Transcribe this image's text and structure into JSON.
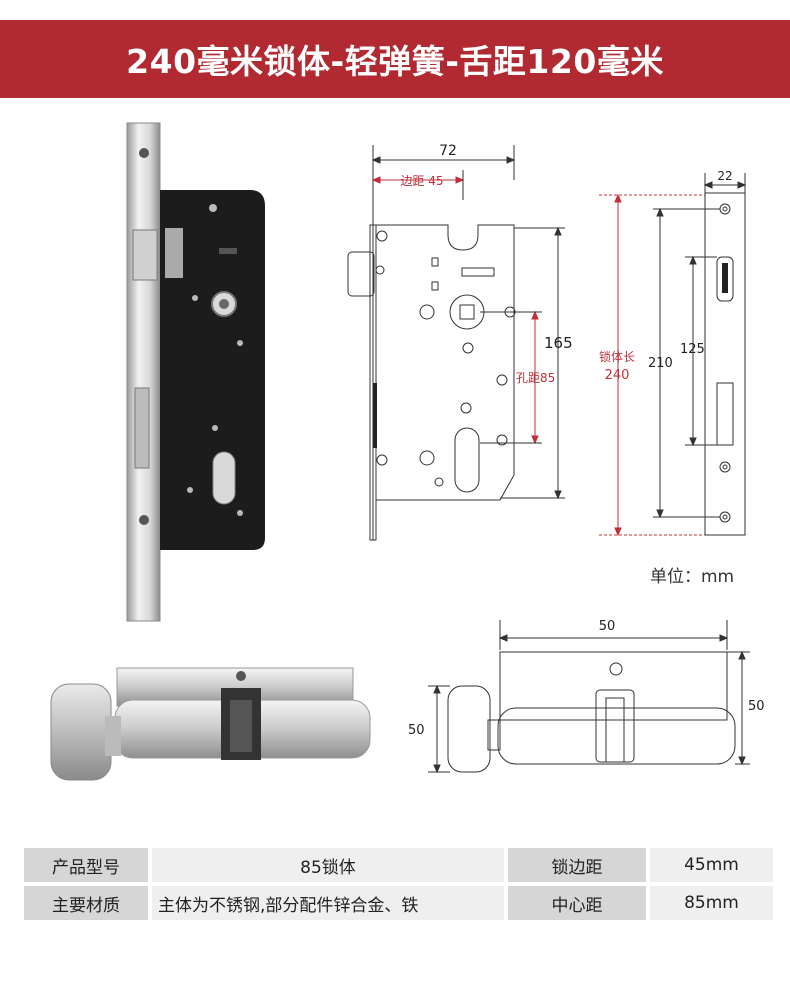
{
  "header": {
    "title": "240毫米锁体-轻弹簧-舌距120毫米",
    "background": "#b12a32"
  },
  "diagram_body": {
    "width_label": "72",
    "backset_label": "边距 45",
    "height_label": "165",
    "hole_distance_label": "孔距85"
  },
  "diagram_side": {
    "thickness_label": "22",
    "body_length_label_1": "锁体长",
    "body_length_label_2": "240",
    "dim_210": "210",
    "dim_125": "125"
  },
  "unit_label": "单位：mm",
  "diagram_cylinder": {
    "length_label": "50",
    "height_left_label": "50",
    "height_right_label": "50"
  },
  "colors": {
    "accent_red": "#b12a32",
    "dimension_red": "#c0303a",
    "lock_black": "#1c1c1c",
    "steel": "#cfcfcf"
  },
  "spec_table": {
    "rows": [
      {
        "label1": "产品型号",
        "value1": "85锁体",
        "label2": "锁边距",
        "value2": "45mm"
      },
      {
        "label1": "主要材质",
        "value1": "主体为不锈钢,部分配件锌合金、铁",
        "label2": "中心距",
        "value2": "85mm"
      }
    ]
  }
}
